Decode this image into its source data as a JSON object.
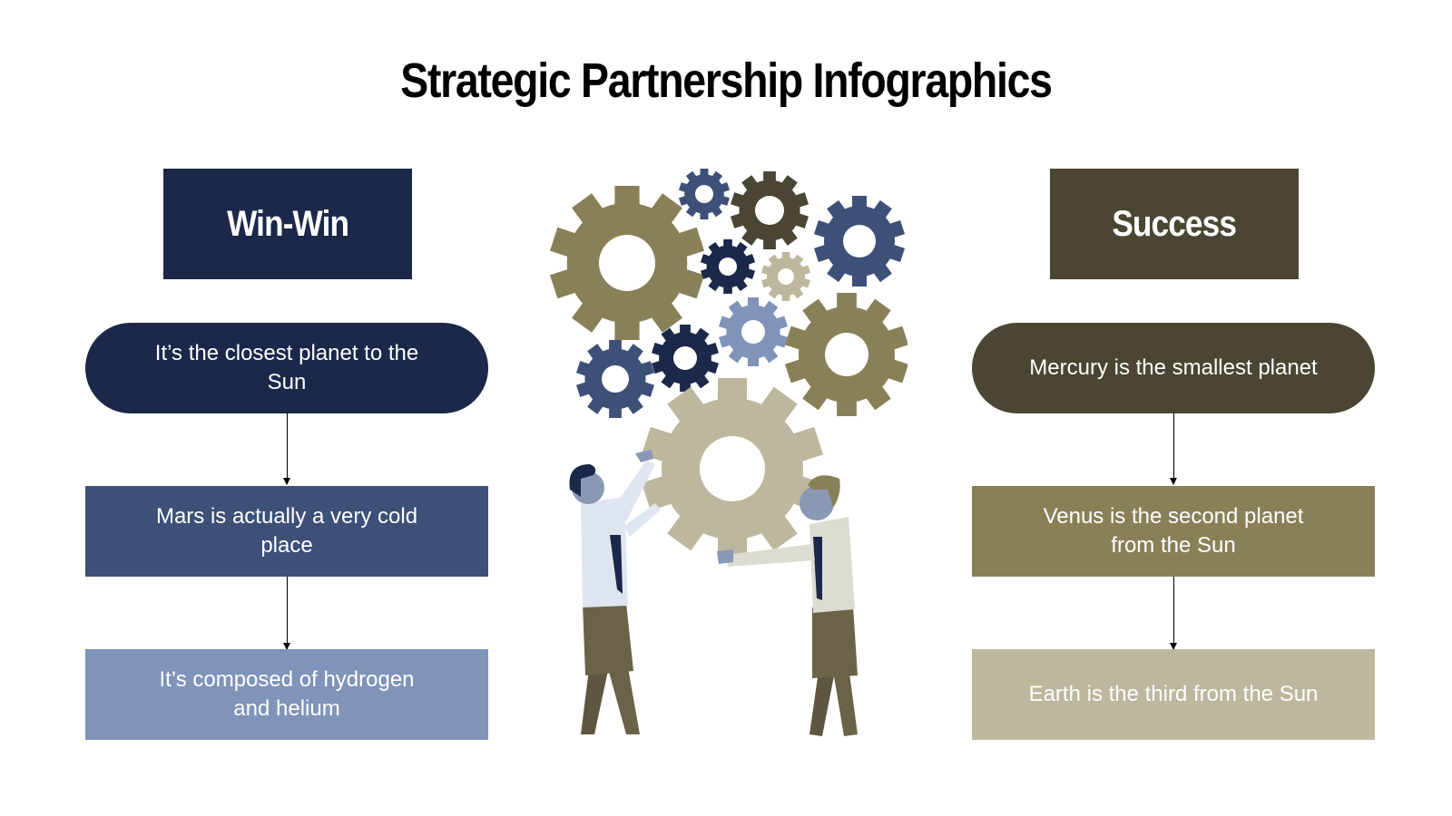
{
  "title": "Strategic Partnership Infographics",
  "colors": {
    "navy": "#1b2849",
    "blue": "#3d5078",
    "light_blue": "#8093b9",
    "dark_olive": "#4a4633",
    "olive": "#8a8058",
    "light_olive": "#bdb79d"
  },
  "left_column": {
    "header": "Win-Win",
    "items": [
      {
        "text": "It’s the closest planet to the Sun",
        "shape": "pill",
        "color": "#1b2849"
      },
      {
        "text": "Mars is actually a very cold place",
        "shape": "rect",
        "color": "#3d5078"
      },
      {
        "text": "It’s composed of hydrogen and helium",
        "shape": "rect",
        "color": "#8093b9"
      }
    ]
  },
  "right_column": {
    "header": "Success",
    "items": [
      {
        "text": "Mercury is the smallest planet",
        "shape": "pill",
        "color": "#4a4633"
      },
      {
        "text": "Venus is the second planet from the Sun",
        "shape": "rect",
        "color": "#8a8058"
      },
      {
        "text": "Earth is the third from the Sun",
        "shape": "rect",
        "color": "#bdb79d"
      }
    ]
  },
  "illustration": {
    "description": "two businessmen lifting a large gear beneath a cluster of gears",
    "icons": [
      "gears-icon",
      "businessman-icon"
    ]
  }
}
